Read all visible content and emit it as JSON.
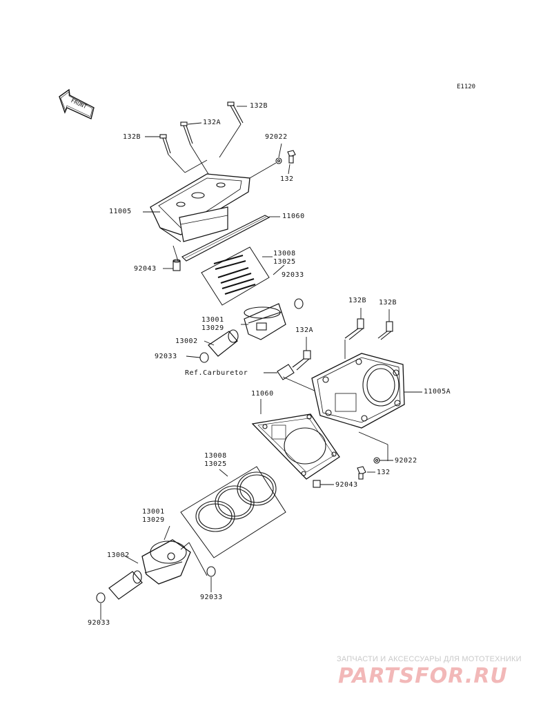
{
  "diagram_code": "E1120",
  "front_label": "FRONT",
  "callouts": {
    "bolt_132b_top": "132B",
    "bolt_132a_top": "132A",
    "bolt_132b_left": "132B",
    "washer_92022_top": "92022",
    "bolt_132_top": "132",
    "head_11005": "11005",
    "gasket_11060_top": "11060",
    "rings_top": [
      "13008",
      "13025"
    ],
    "pin_92043_top": "92043",
    "circlip_92033_top_right": "92033",
    "piston_top": [
      "13001",
      "13029"
    ],
    "wristpin_13002_top": "13002",
    "circlip_92033_top_left": "92033",
    "bolt_132a_mid": "132A",
    "bolt_132b_right_1": "132B",
    "bolt_132b_right_2": "132B",
    "ref_carburetor": "Ref.Carburetor",
    "head_11005a": "11005A",
    "gasket_11060_mid": "11060",
    "washer_92022_bottom": "92022",
    "bolt_132_bottom": "132",
    "pin_92043_bottom": "92043",
    "rings_bottom": [
      "13008",
      "13025"
    ],
    "piston_bottom": [
      "13001",
      "13029"
    ],
    "wristpin_13002_bottom": "13002",
    "circlip_92033_bottom_right": "92033",
    "circlip_92033_bottom_left": "92033"
  },
  "watermark": {
    "caption": "ЗАПЧАСТИ И АКСЕССУАРЫ ДЛЯ МОТОТЕХНИКИ",
    "logo": "PARTSFOR.RU"
  }
}
